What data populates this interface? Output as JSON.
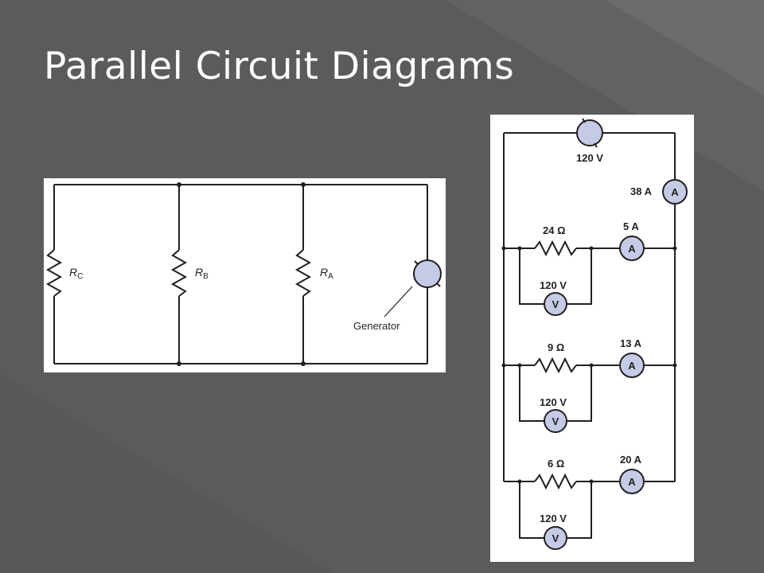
{
  "slide": {
    "title": "Parallel Circuit Diagrams"
  },
  "colors": {
    "background": "#5b5b5b",
    "wire": "#231f20",
    "meter_fill": "#c5cbe6",
    "panel": "#ffffff"
  },
  "circuit_left": {
    "resistors": [
      {
        "letter": "R",
        "subscript": "C"
      },
      {
        "letter": "R",
        "subscript": "B"
      },
      {
        "letter": "R",
        "subscript": "A"
      }
    ],
    "generator_label": "Generator"
  },
  "circuit_right": {
    "source_voltage": "120 V",
    "total_current": "38 A",
    "ammeter_symbol": "A",
    "voltmeter_symbol": "V",
    "branches": [
      {
        "resistance": "24 Ω",
        "current": "5 A",
        "voltage": "120 V"
      },
      {
        "resistance": "9 Ω",
        "current": "13 A",
        "voltage": "120 V"
      },
      {
        "resistance": "6 Ω",
        "current": "20 A",
        "voltage": "120 V"
      }
    ]
  }
}
